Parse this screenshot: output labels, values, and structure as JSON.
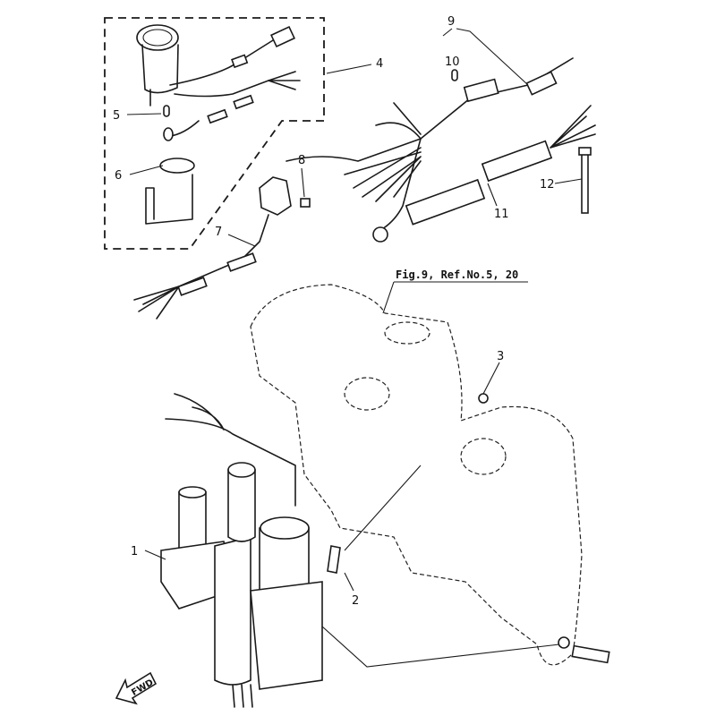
{
  "diagram": {
    "callouts": [
      "1",
      "2",
      "3",
      "4",
      "5",
      "6",
      "7",
      "8",
      "9",
      "10",
      "11",
      "12"
    ],
    "reference_label": "Fig.9, Ref.No.5, 20",
    "direction_label": "FWD"
  }
}
